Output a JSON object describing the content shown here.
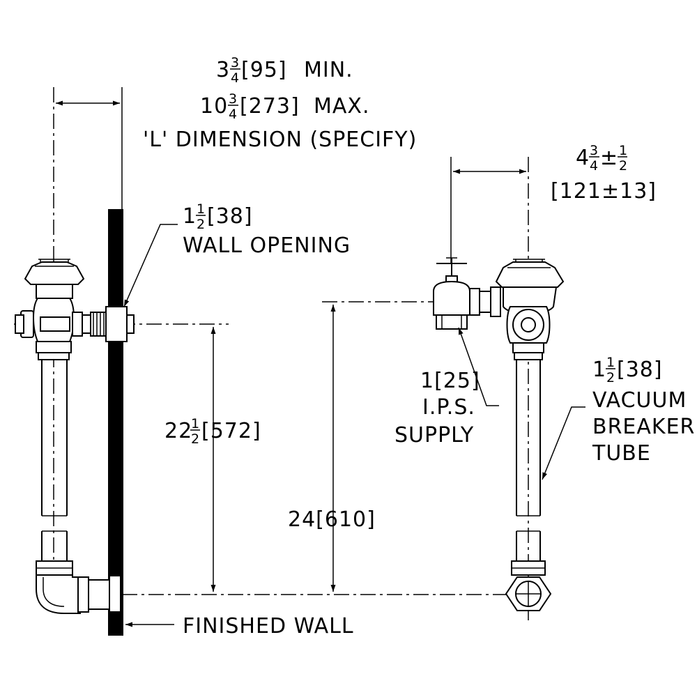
{
  "dimensions": {
    "l_min": {
      "whole": "3",
      "num": "3",
      "den": "4",
      "metric": "[95]",
      "suffix": "MIN."
    },
    "l_max": {
      "whole": "10",
      "num": "3",
      "den": "4",
      "metric": "[273]",
      "suffix": "MAX."
    },
    "l_note": "'L' DIMENSION (SPECIFY)",
    "wall_opening": {
      "whole": "1",
      "num": "1",
      "den": "2",
      "metric": "[38]",
      "label": "WALL OPENING"
    },
    "supply_offset": {
      "whole": "4",
      "num": "3",
      "den": "4",
      "tol_sign": "±",
      "tol_num": "1",
      "tol_den": "2",
      "metric": "[121±13]"
    },
    "height_22": {
      "whole": "22",
      "num": "1",
      "den": "2",
      "metric": "[572]"
    },
    "height_24": "24[610]",
    "ips_supply": {
      "line1": "1[25]",
      "line2": "I.P.S.",
      "line3": "SUPPLY"
    },
    "vacuum_breaker": {
      "whole": "1",
      "num": "1",
      "den": "2",
      "metric": "[38]",
      "line1": "VACUUM",
      "line2": "BREAKER",
      "line3": "TUBE"
    },
    "finished_wall": "FINISHED WALL"
  }
}
